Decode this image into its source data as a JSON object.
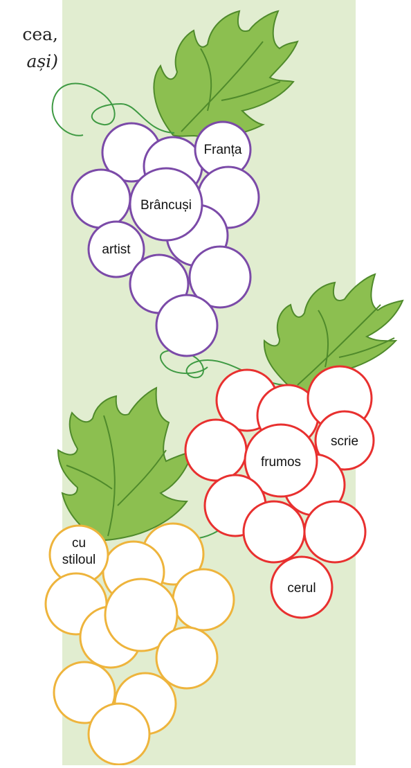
{
  "text_fragment": {
    "line1": "cea,",
    "line2": "ași)"
  },
  "colors": {
    "panel": "#e1edd0",
    "leaf": "#8cbf50",
    "leaf_dark": "#4f8a2b",
    "tendril": "#3f9a43",
    "purple": "#7b4aa8",
    "red": "#e8302f",
    "yellow": "#eeb43c"
  },
  "clusters": [
    {
      "name": "purple",
      "color_key": "purple",
      "words": [
        {
          "text": "Franța"
        },
        {
          "text": "Brâncuși"
        },
        {
          "text": "artist"
        }
      ]
    },
    {
      "name": "red",
      "color_key": "red",
      "words": [
        {
          "text": "scrie"
        },
        {
          "text": "frumos"
        },
        {
          "text": "cerul"
        }
      ]
    },
    {
      "name": "yellow",
      "color_key": "yellow",
      "words": [
        {
          "text": "cu"
        },
        {
          "text": "stiloul"
        }
      ]
    }
  ]
}
